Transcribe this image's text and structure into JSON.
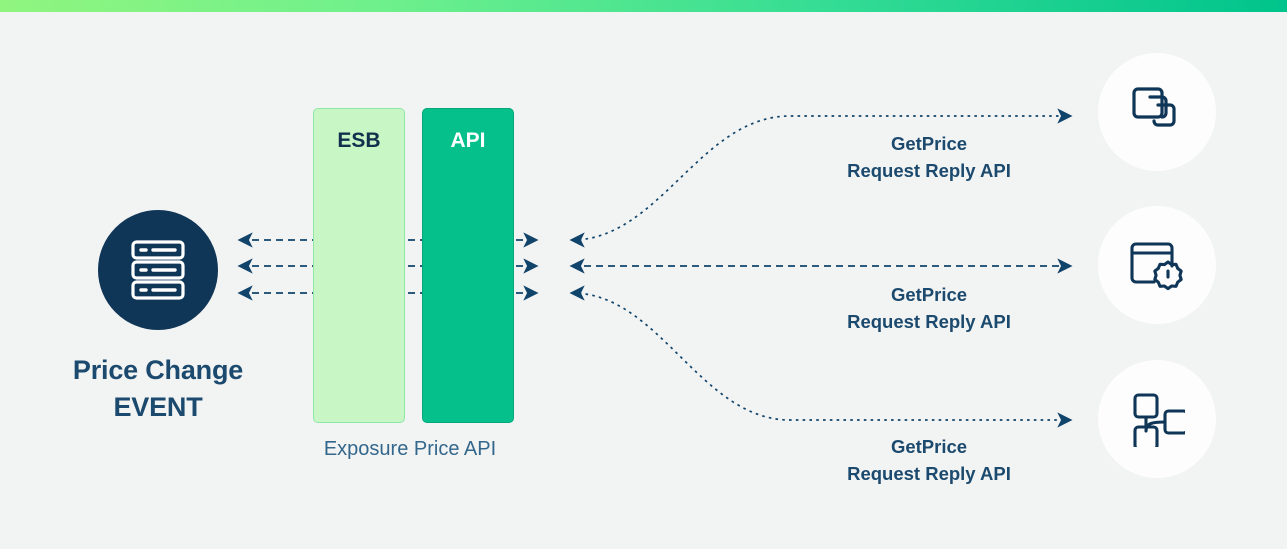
{
  "page": {
    "background_color": "#f2f3f3",
    "accent_gradient_start": "#90f57f",
    "accent_gradient_end": "#00c48c",
    "navy": "#0f3557",
    "label_navy": "#1b4a6e"
  },
  "top_bar": {
    "name": "decorative-gradient-bar"
  },
  "source": {
    "icon": "server-rack-icon",
    "label_line1": "Price Change",
    "label_line2": "EVENT",
    "circle_color": "#0f3557"
  },
  "lanes": [
    {
      "id": "esb",
      "title": "ESB",
      "fill": "#c8f7c5",
      "text_color": "#12304d"
    },
    {
      "id": "api",
      "title": "API",
      "fill": "#06c08c",
      "text_color": "#ffffff"
    }
  ],
  "lane_caption": "Exposure Price API",
  "flows": [
    {
      "line1": "GetPrice",
      "line2": "Request Reply API",
      "path": "curve-up",
      "icon": "stacked-squares-icon"
    },
    {
      "line1": "GetPrice",
      "line2": "Request Reply API",
      "path": "straight",
      "icon": "window-settings-icon"
    },
    {
      "line1": "GetPrice",
      "line2": "Request Reply API",
      "path": "curve-down",
      "icon": "sitemap-icon"
    }
  ]
}
